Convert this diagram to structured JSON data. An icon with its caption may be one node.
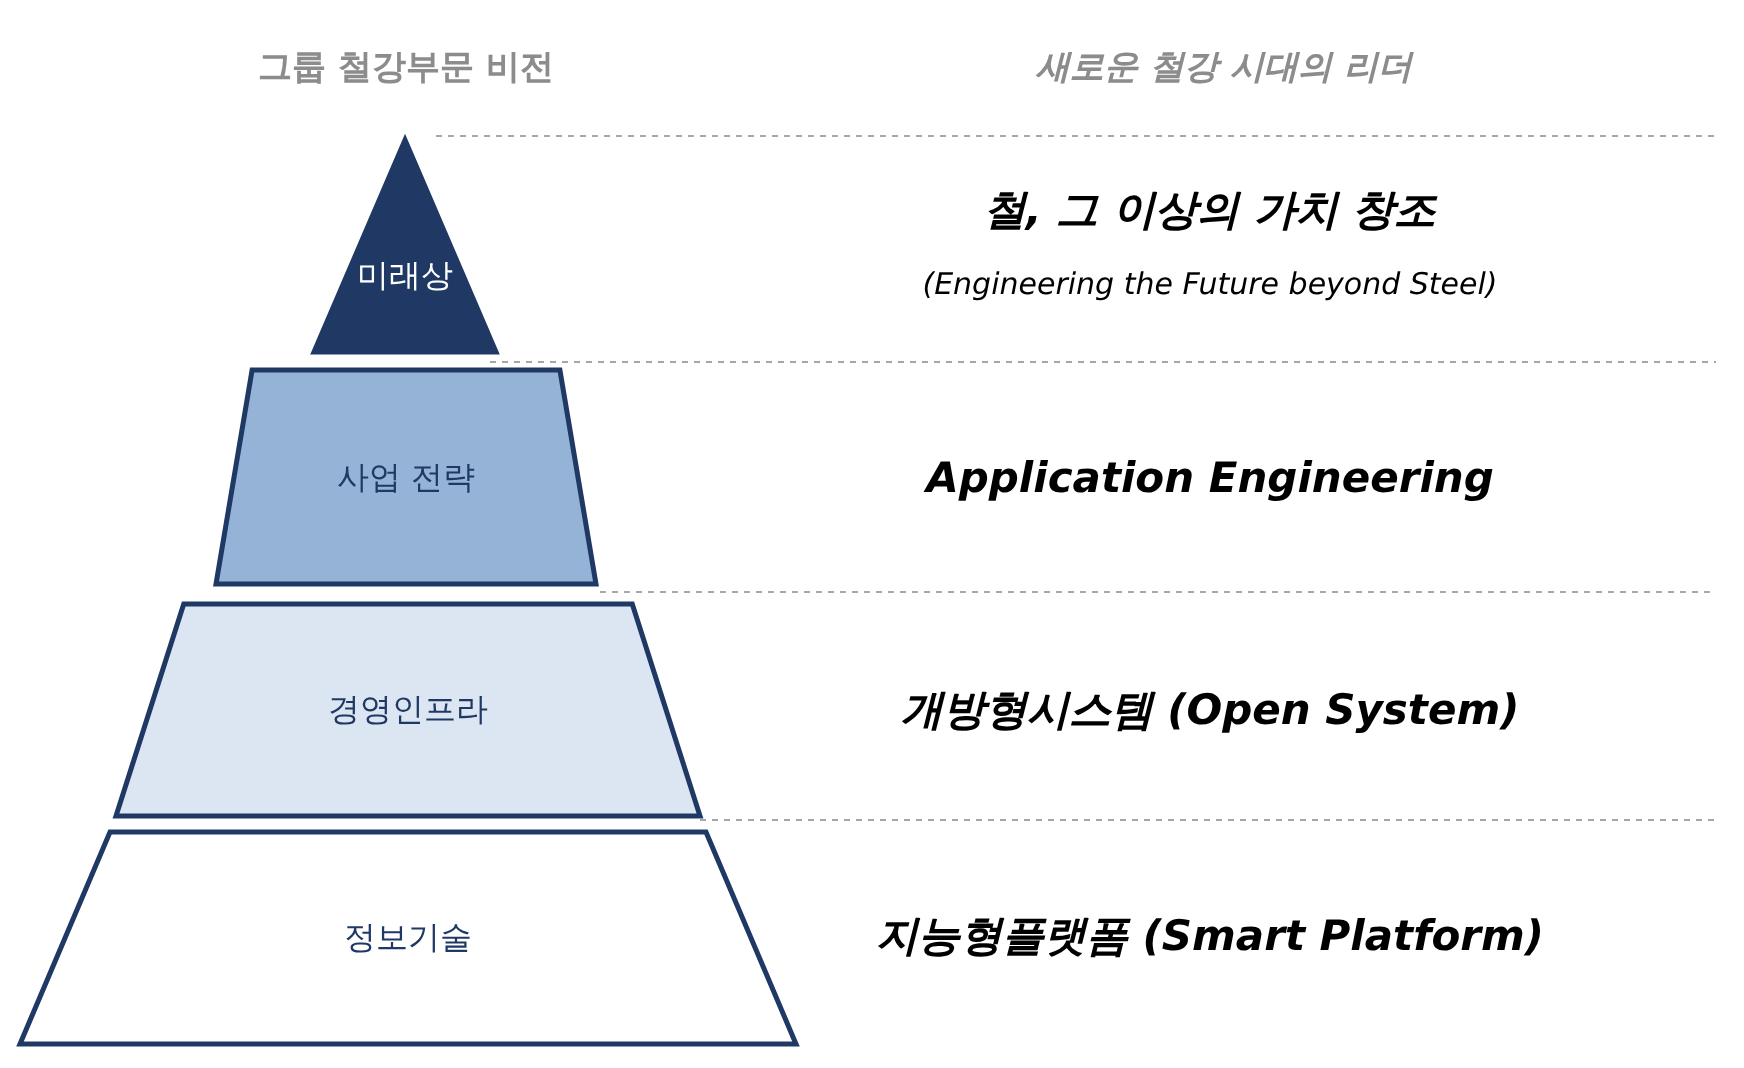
{
  "diagram": {
    "nodes": [
      {
        "text": [
          "미래상"
        ]
      },
      {
        "text": [
          "사업 전략"
        ]
      },
      {
        "text": [
          "경영인프라"
        ]
      },
      {
        "text": [
          "정보기술"
        ]
      }
    ],
    "edges": [],
    "labels": [
      "그룹 철강부문 비전",
      "새로운 철강 시대의 리더",
      "철, 그 이상의 가치 창조",
      "(Engineering the Future beyond Steel)",
      "Application Engineering",
      "개방형시스템 (Open System)",
      "지능형플랫폼 (Smart Platform)"
    ]
  }
}
